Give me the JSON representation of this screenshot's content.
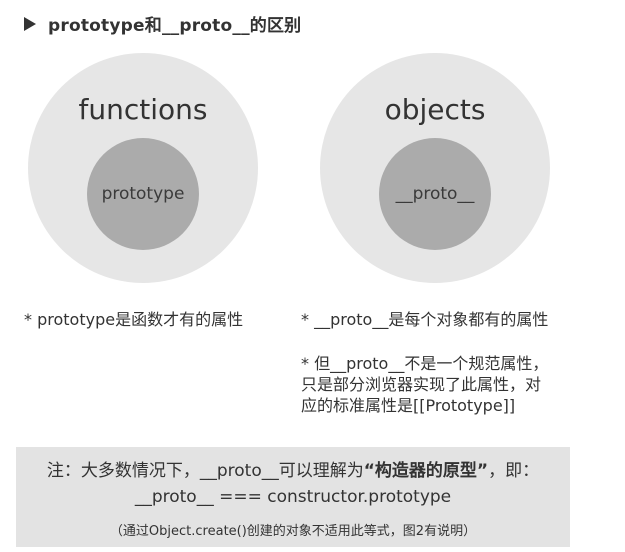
{
  "heading": {
    "marker_icon": "triangle-right-icon",
    "title": "prototype和__proto__的区别"
  },
  "circles": {
    "functions": {
      "outer_label": "functions",
      "inner_label": "prototype"
    },
    "objects": {
      "outer_label": "objects",
      "inner_label": "__proto__"
    }
  },
  "notes": {
    "left": "* prototype是函数才有的属性",
    "right": "* __proto__是每个对象都有的属性",
    "extra_lines": [
      "* 但__proto__不是一个规范属性，",
      "只是部分浏览器实现了此属性，对",
      "应的标准属性是[[Prototype]]"
    ]
  },
  "summary": {
    "prefix": "注：大多数情况下，__proto__可以理解为",
    "emphasis": "“构造器的原型”",
    "suffix": "，即：",
    "equation": "__proto__ === constructor.prototype",
    "footnote": "（通过Object.create()创建的对象不适用此等式，图2有说明）"
  },
  "colors": {
    "outer_circle": "#e6e6e6",
    "inner_circle": "#ababab",
    "summary_bg": "#e3e3e3",
    "text": "#333333"
  }
}
